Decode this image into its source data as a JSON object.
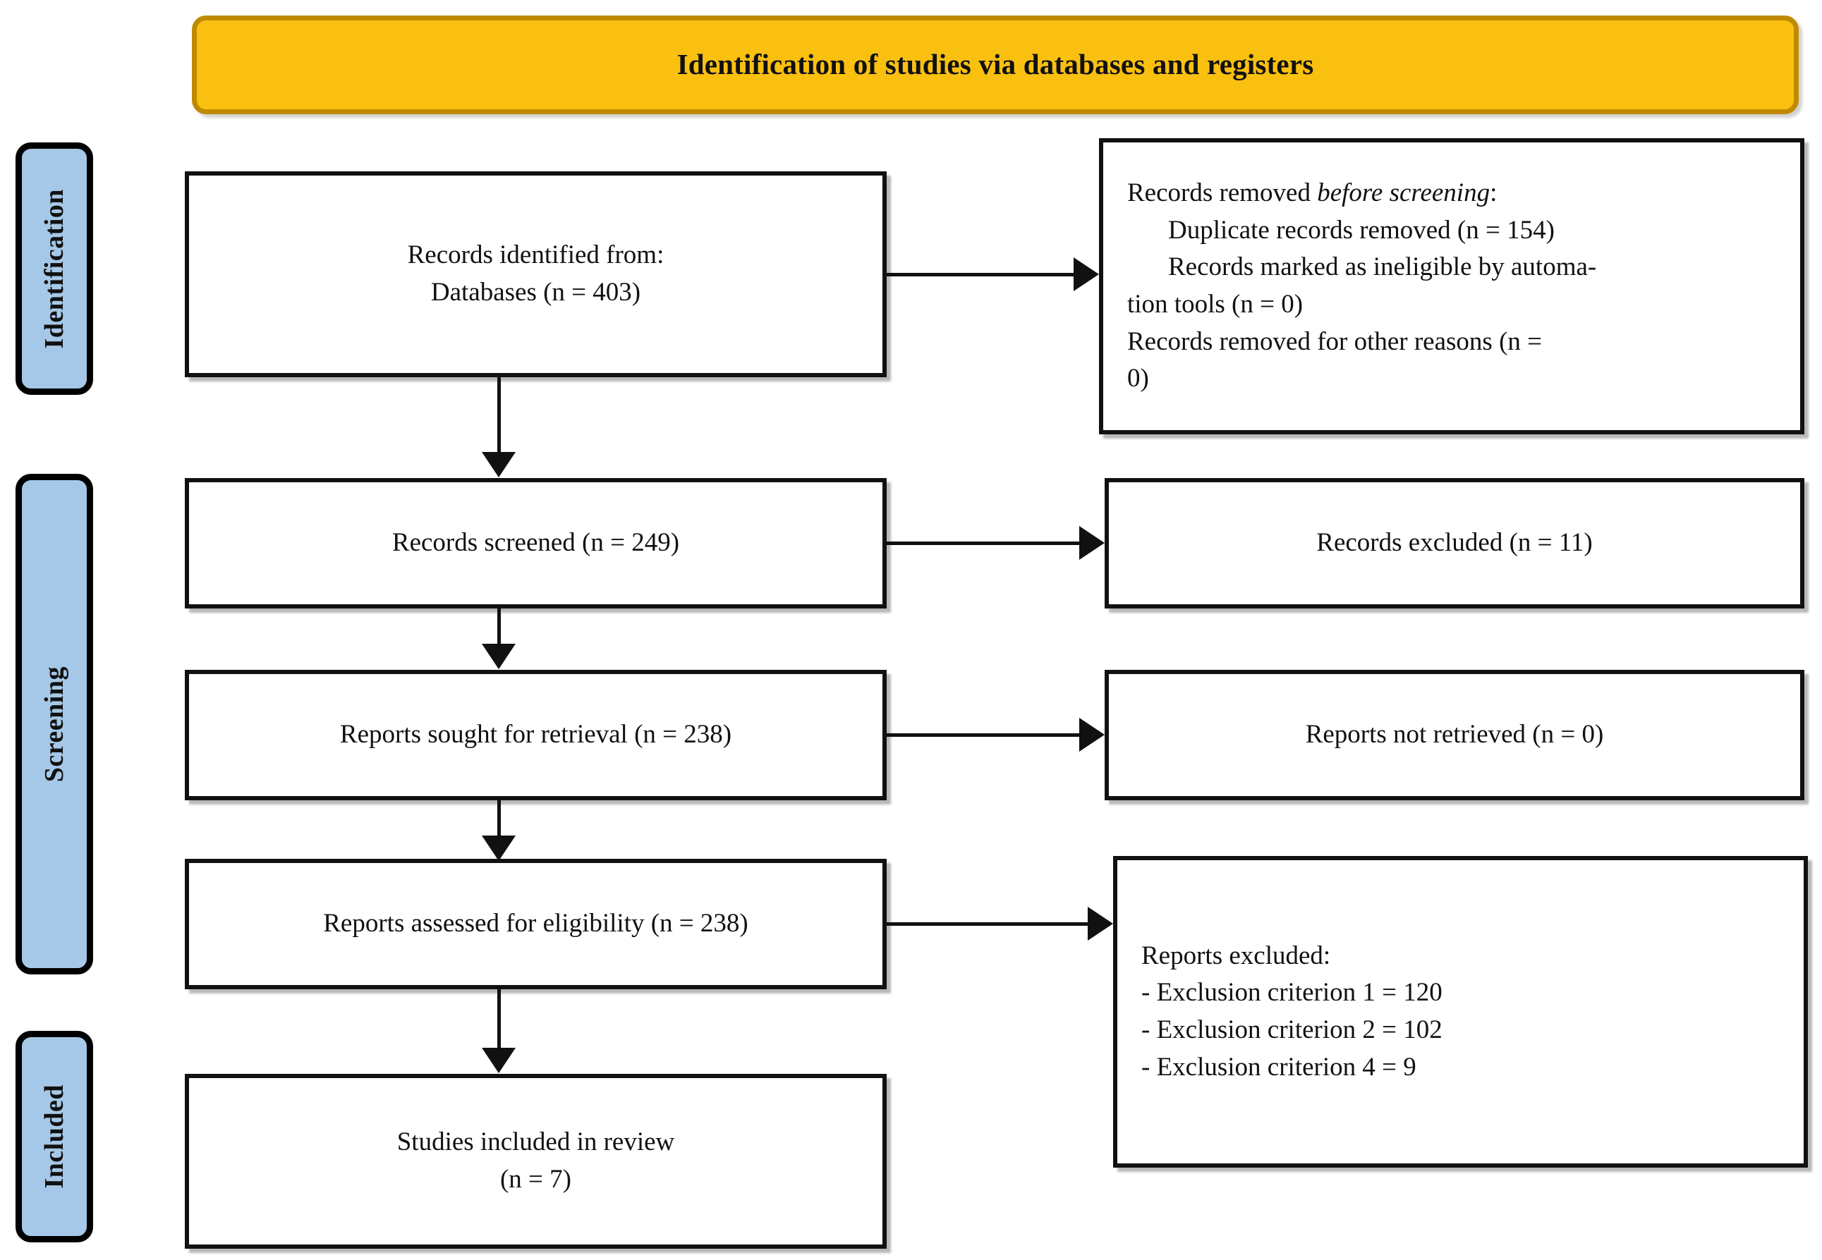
{
  "header": {
    "title": "Identification of studies via databases and registers",
    "fill_color": "#FAC010",
    "border_color": "#C08A00"
  },
  "stages": [
    {
      "label": "Identification",
      "fill_color": "#A6C8E8"
    },
    {
      "label": "Screening",
      "fill_color": "#A6C8E8"
    },
    {
      "label": "Included",
      "fill_color": "#A6C8E8"
    }
  ],
  "flow": {
    "identified": {
      "line1": "Records identified from:",
      "line2": "Databases (n = 403)"
    },
    "removed_before_screening": {
      "heading_plain": "Records removed ",
      "heading_italic": "before screening",
      "heading_colon": ":",
      "item1": "Duplicate records removed (n = 154)",
      "item2": "Records marked as ineligible by automa-",
      "item2_cont": "tion tools (n = 0)",
      "item3": "Records removed for other reasons (n =",
      "item3_cont": "0)"
    },
    "screened": {
      "text": "Records screened (n = 249)"
    },
    "records_excluded": {
      "text": "Records excluded (n = 11)"
    },
    "sought": {
      "text": "Reports sought for retrieval (n = 238)"
    },
    "not_retrieved": {
      "text": "Reports not retrieved (n = 0)"
    },
    "assessed": {
      "text": "Reports assessed for eligibility (n = 238)"
    },
    "reports_excluded": {
      "heading": "Reports excluded:",
      "item1": "- Exclusion criterion 1 = 120",
      "item2": "- Exclusion criterion 2 = 102",
      "item3": "- Exclusion criterion 4 = 9"
    },
    "included": {
      "line1": "Studies included in review",
      "line2": "(n = 7)"
    }
  }
}
